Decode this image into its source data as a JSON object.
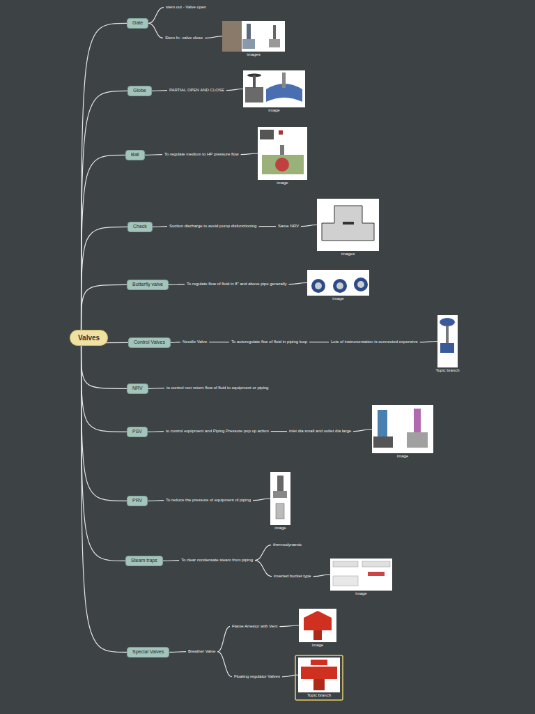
{
  "diagram": {
    "nodes": [
      {
        "text": [
          "Valves"
        ]
      },
      {
        "text": [
          "Gate"
        ]
      },
      {
        "text": [
          "stem out - Valve open"
        ]
      },
      {
        "text": [
          "Stem In- valve close"
        ]
      },
      {
        "text": [
          "images"
        ]
      },
      {
        "text": [
          "Globe"
        ]
      },
      {
        "text": [
          "PARTIAL OPEN AND CLOSE"
        ]
      },
      {
        "text": [
          "image"
        ]
      },
      {
        "text": [
          "Ball"
        ]
      },
      {
        "text": [
          "To regulate medium to HP pressure flow"
        ]
      },
      {
        "text": [
          "image"
        ]
      },
      {
        "text": [
          "Check"
        ]
      },
      {
        "text": [
          "Suction discharge to avoid pump disfunctioning"
        ]
      },
      {
        "text": [
          "Same NRV"
        ]
      },
      {
        "text": [
          "images"
        ]
      },
      {
        "text": [
          "Butterfly valve"
        ]
      },
      {
        "text": [
          "To regulate flow of fluid in 8\" and above pipe generally"
        ]
      },
      {
        "text": [
          "image"
        ]
      },
      {
        "text": [
          "Control Valves"
        ]
      },
      {
        "text": [
          "Needle Valve"
        ]
      },
      {
        "text": [
          "To autoregulate floe of fluid in piping loop"
        ]
      },
      {
        "text": [
          "Lots of instrumentation is connected expensive"
        ]
      },
      {
        "text": [
          "Topic branch"
        ]
      },
      {
        "text": [
          "NRV"
        ]
      },
      {
        "text": [
          "to control non return flow of fluid to equipment or piping"
        ]
      },
      {
        "text": [
          "PSV"
        ]
      },
      {
        "text": [
          "to control equipment and Piping Pressure pop up action"
        ]
      },
      {
        "text": [
          "inlet dia small and outlet dia large"
        ]
      },
      {
        "text": [
          "image"
        ]
      },
      {
        "text": [
          "PRV"
        ]
      },
      {
        "text": [
          "To reduce the pressure of equipment of piping"
        ]
      },
      {
        "text": [
          "image"
        ]
      },
      {
        "text": [
          "Steam traps"
        ]
      },
      {
        "text": [
          "To clear condensate steam from piping"
        ]
      },
      {
        "text": [
          "thermodynamic"
        ]
      },
      {
        "text": [
          "inverted bucket type"
        ]
      },
      {
        "text": [
          "image"
        ]
      },
      {
        "text": [
          "Special Valves"
        ]
      },
      {
        "text": [
          "Breather Valve"
        ]
      },
      {
        "text": [
          "Flame Arrestor with Vent"
        ]
      },
      {
        "text": [
          "image"
        ]
      },
      {
        "text": [
          "Floating regulator Valves"
        ]
      },
      {
        "text": [
          "Topic branch"
        ]
      }
    ],
    "edges": [
      {
        "from": 0,
        "to": 1,
        "arrow": "none"
      },
      {
        "from": 1,
        "to": 2,
        "arrow": "none"
      },
      {
        "from": 1,
        "to": 3,
        "arrow": "none"
      },
      {
        "from": 3,
        "to": 4,
        "arrow": "none"
      },
      {
        "from": 0,
        "to": 5,
        "arrow": "none"
      },
      {
        "from": 5,
        "to": 6,
        "arrow": "none"
      },
      {
        "from": 6,
        "to": 7,
        "arrow": "none"
      },
      {
        "from": 0,
        "to": 8,
        "arrow": "none"
      },
      {
        "from": 8,
        "to": 9,
        "arrow": "none"
      },
      {
        "from": 9,
        "to": 10,
        "arrow": "none"
      },
      {
        "from": 0,
        "to": 11,
        "arrow": "none"
      },
      {
        "from": 11,
        "to": 12,
        "arrow": "none"
      },
      {
        "from": 12,
        "to": 13,
        "arrow": "none"
      },
      {
        "from": 13,
        "to": 14,
        "arrow": "none"
      },
      {
        "from": 0,
        "to": 15,
        "arrow": "none"
      },
      {
        "from": 15,
        "to": 16,
        "arrow": "none"
      },
      {
        "from": 16,
        "to": 17,
        "arrow": "none"
      },
      {
        "from": 0,
        "to": 18,
        "arrow": "none"
      },
      {
        "from": 18,
        "to": 19,
        "arrow": "none"
      },
      {
        "from": 19,
        "to": 20,
        "arrow": "none"
      },
      {
        "from": 20,
        "to": 21,
        "arrow": "none"
      },
      {
        "from": 21,
        "to": 22,
        "arrow": "none"
      },
      {
        "from": 0,
        "to": 23,
        "arrow": "none"
      },
      {
        "from": 23,
        "to": 24,
        "arrow": "none"
      },
      {
        "from": 0,
        "to": 25,
        "arrow": "none"
      },
      {
        "from": 25,
        "to": 26,
        "arrow": "none"
      },
      {
        "from": 26,
        "to": 27,
        "arrow": "none"
      },
      {
        "from": 27,
        "to": 28,
        "arrow": "none"
      },
      {
        "from": 0,
        "to": 29,
        "arrow": "none"
      },
      {
        "from": 29,
        "to": 30,
        "arrow": "none"
      },
      {
        "from": 30,
        "to": 31,
        "arrow": "none"
      },
      {
        "from": 0,
        "to": 32,
        "arrow": "none"
      },
      {
        "from": 32,
        "to": 33,
        "arrow": "none"
      },
      {
        "from": 33,
        "to": 34,
        "arrow": "none"
      },
      {
        "from": 33,
        "to": 35,
        "arrow": "none"
      },
      {
        "from": 35,
        "to": 36,
        "arrow": "none"
      },
      {
        "from": 0,
        "to": 37,
        "arrow": "none"
      },
      {
        "from": 37,
        "to": 38,
        "arrow": "none"
      },
      {
        "from": 38,
        "to": 39,
        "arrow": "none"
      },
      {
        "from": 39,
        "to": 40,
        "arrow": "none"
      },
      {
        "from": 38,
        "to": 41,
        "arrow": "none"
      },
      {
        "from": 41,
        "to": 42,
        "arrow": "none"
      }
    ]
  }
}
